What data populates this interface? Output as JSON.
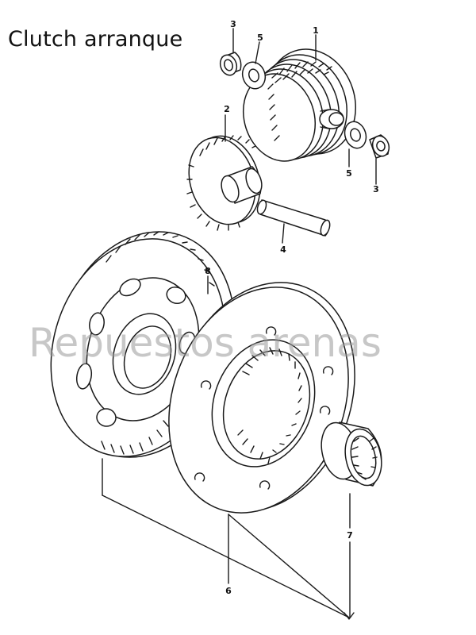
{
  "title": "Clutch arranque",
  "watermark": "Repuestos arenas",
  "callouts": {
    "clutch_assembly": "1",
    "idle_gear": "2",
    "spacer_top_left": "3",
    "spacer_right": "3",
    "shaft": "4",
    "washer_top_left": "5",
    "washer_right": "5",
    "starter_clutch_housing": "6",
    "bearing": "7",
    "bolt": "8"
  },
  "colors": {
    "line": "#1a1a1a",
    "watermark": "#9a9a9a",
    "background": "#ffffff"
  }
}
